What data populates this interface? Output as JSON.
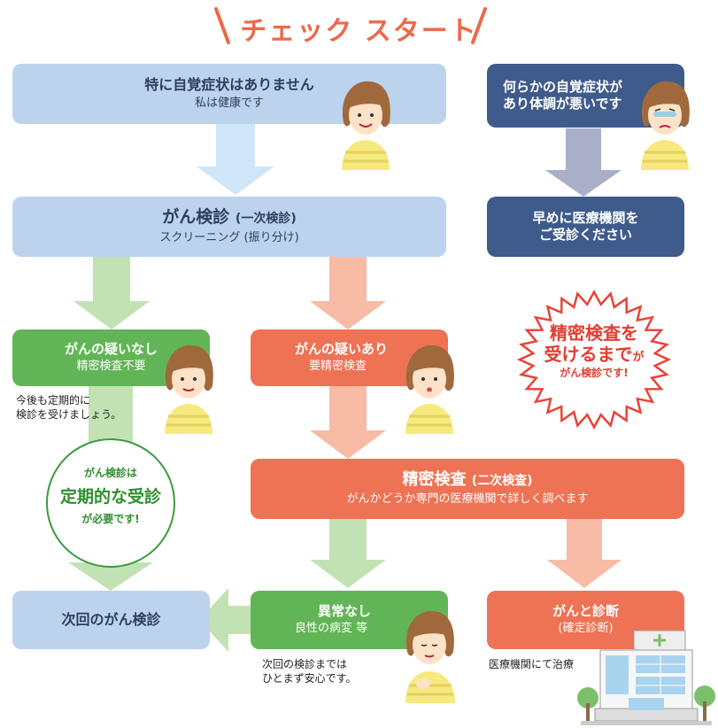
{
  "title": "チェック スタート",
  "no_symptom": {
    "title": "特に自覚症状はありません",
    "sub": "私は健康です"
  },
  "symptom": {
    "line1": "何らかの自覚症状が",
    "line2": "あり体調が悪いです"
  },
  "early_visit": {
    "line1": "早めに医療機関を",
    "line2": "ご受診ください"
  },
  "screening": {
    "title": "がん検診",
    "title_small": "(一次検診)",
    "sub": "スクリーニング (振り分け)"
  },
  "no_suspicion": {
    "title": "がんの疑いなし",
    "sub": "精密検査不要",
    "note1": "今後も定期的に",
    "note2": "検診を受けましょう。"
  },
  "suspicion": {
    "title": "がんの疑いあり",
    "sub": "要精密検査"
  },
  "burst": {
    "line1": "精密検査を",
    "line2": "受けるまで",
    "line2_small": "が",
    "line3": "がん検診です!"
  },
  "circle": {
    "line1": "がん検診は",
    "line2": "定期的な受診",
    "line3": "が必要です!"
  },
  "detailed": {
    "title": "精密検査",
    "title_small": "(二次検査)",
    "sub": "がんかどうか専門の医療機関で詳しく調べます"
  },
  "next_screening": {
    "title": "次回のがん検診"
  },
  "normal": {
    "title": "異常なし",
    "sub": "良性の病変 等",
    "note1": "次回の検診までは",
    "note2": "ひとまず安心です。"
  },
  "cancer": {
    "title": "がんと診断",
    "sub": "(確定診断)",
    "note": "医療機関にて治療"
  },
  "colors": {
    "blue": "#bcd3ee",
    "navy": "#3f5b8c",
    "green": "#62b557",
    "orange": "#ee7254"
  }
}
